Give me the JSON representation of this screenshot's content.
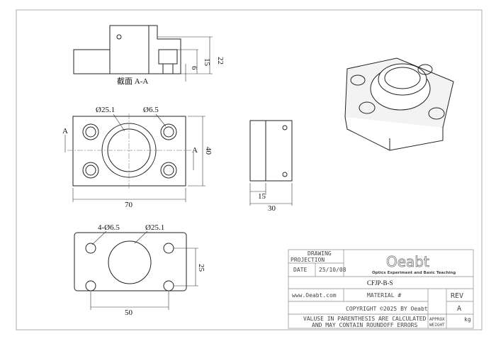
{
  "section_view": {
    "label": "截面 A-A",
    "dims": [
      "22",
      "15",
      "6"
    ]
  },
  "front_view": {
    "dims": {
      "width": "70",
      "height": "40",
      "bore": "Ø25.1",
      "hole": "Ø6.5"
    },
    "section_marks": [
      "A",
      "A"
    ]
  },
  "side_view": {
    "dims": [
      "15",
      "30"
    ]
  },
  "bottom_view": {
    "dims": {
      "holes": "4-Ø6.5",
      "bore": "Ø25.1",
      "spacing_x": "50",
      "spacing_y": "25"
    }
  },
  "title_block": {
    "drawing_projection": "DRAWING",
    "projection_label": "PROJECTION",
    "date_label": "DATE",
    "date": "25/10/08",
    "logo": "Oeabt",
    "logo_sub": "Optics Experiment and Basic Teaching",
    "part_number": "CFJP-B-S",
    "website": "www.Oeabt.com",
    "material": "MATERIAL #",
    "rev_label": "REV",
    "rev": "A",
    "copyright": "COPYRIGHT ©2025 BY Oeabt",
    "note_line1": "VALUSE IN PARENTHESIS ARE CALCULATED",
    "note_line2": "AND MAY CONTAIN ROUNDOFF ERRORS",
    "approx": "APPROX",
    "weight": "WEIGHT",
    "unit": "kg"
  }
}
